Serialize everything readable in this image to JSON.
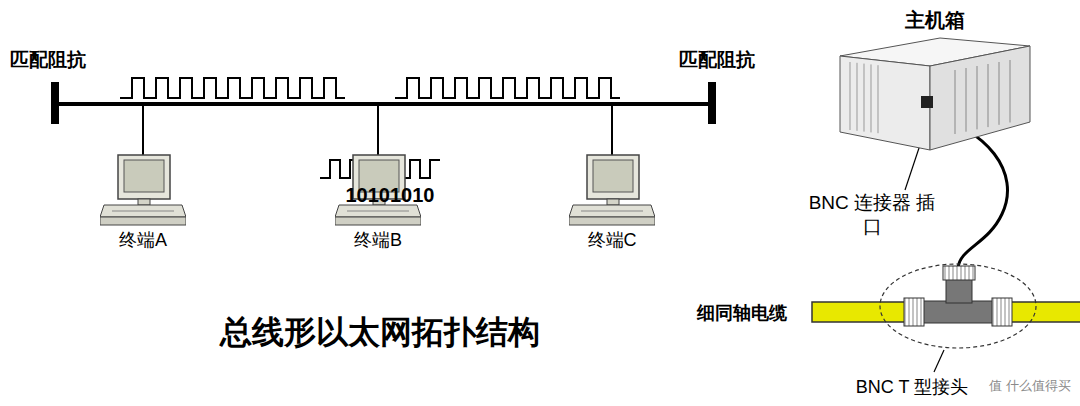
{
  "diagram": {
    "title": "总线形以太网拓扑结构",
    "nodes": [
      {
        "text": [
          "终端A"
        ]
      },
      {
        "text": [
          "终端B"
        ]
      },
      {
        "text": [
          "终端C"
        ]
      },
      {
        "text": [
          "主机箱"
        ]
      }
    ],
    "labels": [
      "匹配阻抗",
      "匹配阻抗",
      "10101010",
      "BNC 连接器 插口",
      "细同轴电缆",
      "BNC T 型接头",
      "值 什么值得买"
    ]
  }
}
